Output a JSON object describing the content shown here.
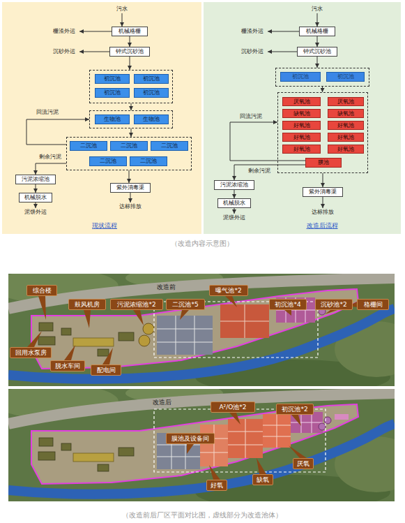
{
  "diagram": {
    "caption": "（改造前后厂区平面对比图，虚线部分为改造池体）",
    "nodes": [
      {
        "text": [
          "现状流程"
        ]
      },
      {
        "text": [
          "污水"
        ],
        "in": 0
      },
      {
        "text": [
          "机械格栅"
        ],
        "in": 0
      },
      {
        "text": [
          "栅渣外运"
        ],
        "in": 0
      },
      {
        "text": [
          "钟式沉砂池"
        ],
        "in": 0
      },
      {
        "text": [
          "沉砂外运"
        ],
        "in": 0
      },
      {
        "text": [],
        "in": 0
      },
      {
        "text": [
          "初沉池"
        ],
        "in": 6
      },
      {
        "text": [
          "初沉池"
        ],
        "in": 6
      },
      {
        "text": [
          "初沉池"
        ],
        "in": 6
      },
      {
        "text": [
          "初沉池"
        ],
        "in": 6
      },
      {
        "text": [],
        "in": 0
      },
      {
        "text": [
          "生物池"
        ],
        "in": 11
      },
      {
        "text": [
          "生物池"
        ],
        "in": 11
      },
      {
        "text": [],
        "in": 0
      },
      {
        "text": [
          "二沉池"
        ],
        "in": 14
      },
      {
        "text": [
          "二沉池"
        ],
        "in": 14
      },
      {
        "text": [
          "二沉池"
        ],
        "in": 14
      },
      {
        "text": [
          "二沉池"
        ],
        "in": 14
      },
      {
        "text": [
          "二沉池"
        ],
        "in": 14
      },
      {
        "text": [
          "污泥浓缩池"
        ],
        "in": 0
      },
      {
        "text": [
          "机械脱水"
        ],
        "in": 0
      },
      {
        "text": [
          "泥饼外运"
        ],
        "in": 0
      },
      {
        "text": [
          "紫外消毒渠"
        ],
        "in": 0
      },
      {
        "text": [
          "达标排放"
        ],
        "in": 0
      },
      {
        "text": [
          "改造后流程"
        ]
      },
      {
        "text": [
          "污水"
        ],
        "in": 25
      },
      {
        "text": [
          "机械格栅"
        ],
        "in": 25
      },
      {
        "text": [
          "栅渣外运"
        ],
        "in": 25
      },
      {
        "text": [
          "钟式沉砂池"
        ],
        "in": 25
      },
      {
        "text": [
          "沉砂外运"
        ],
        "in": 25
      },
      {
        "text": [],
        "in": 25
      },
      {
        "text": [
          "初沉池"
        ],
        "in": 31
      },
      {
        "text": [
          "初沉池"
        ],
        "in": 31
      },
      {
        "text": [],
        "in": 25
      },
      {
        "text": [
          "厌氧池"
        ],
        "in": 34
      },
      {
        "text": [
          "厌氧池"
        ],
        "in": 34
      },
      {
        "text": [
          "缺氧池"
        ],
        "in": 34
      },
      {
        "text": [
          "缺氧池"
        ],
        "in": 34
      },
      {
        "text": [
          "好氧池"
        ],
        "in": 34
      },
      {
        "text": [
          "好氧池"
        ],
        "in": 34
      },
      {
        "text": [
          "好氧池"
        ],
        "in": 34
      },
      {
        "text": [
          "好氧池"
        ],
        "in": 34
      },
      {
        "text": [
          "好氧池"
        ],
        "in": 34
      },
      {
        "text": [
          "好氧池"
        ],
        "in": 34
      },
      {
        "text": [
          "膜池"
        ],
        "in": 34
      },
      {
        "text": [
          "污泥浓缩池"
        ],
        "in": 25
      },
      {
        "text": [
          "机械脱水"
        ],
        "in": 25
      },
      {
        "text": [
          "泥饼外运"
        ],
        "in": 25
      },
      {
        "text": [
          "紫外消毒渠"
        ],
        "in": 25
      },
      {
        "text": [
          "达标排放"
        ],
        "in": 25
      },
      {
        "text": [
          "综合楼"
        ]
      },
      {
        "text": [
          "鼓风机房"
        ]
      },
      {
        "text": [
          "污泥浓缩池*2"
        ]
      },
      {
        "text": [
          "二沉池*5"
        ]
      },
      {
        "text": [
          "曝气池*2"
        ]
      },
      {
        "text": [
          "初沉池*4"
        ]
      },
      {
        "text": [
          "沉砂池*2"
        ]
      },
      {
        "text": [
          "格栅间"
        ]
      },
      {
        "text": [
          "回用水泵房"
        ]
      },
      {
        "text": [
          "脱水车间"
        ]
      },
      {
        "text": [
          "配电间"
        ]
      },
      {
        "text": [
          "初沉池*2"
        ]
      },
      {
        "text": [
          "A²/O池*2"
        ]
      },
      {
        "text": [
          "膜池及设备间"
        ]
      },
      {
        "text": [
          "好氧"
        ]
      },
      {
        "text": [
          "缺氧"
        ]
      },
      {
        "text": [
          "厌氧"
        ]
      }
    ],
    "edges": [
      {
        "from": 1,
        "to": 2,
        "arrow": "to"
      },
      {
        "from": 2,
        "to": 3,
        "arrow": "to"
      },
      {
        "from": 2,
        "to": 4,
        "arrow": "to"
      },
      {
        "from": 4,
        "to": 5,
        "arrow": "to"
      },
      {
        "from": 4,
        "to": 6,
        "arrow": "to"
      },
      {
        "from": 6,
        "to": 11,
        "arrow": "to"
      },
      {
        "from": 11,
        "to": 14,
        "arrow": "to"
      },
      {
        "from": 14,
        "to": 11,
        "label": "回流污泥",
        "arrow": "to"
      },
      {
        "from": 14,
        "to": 20,
        "label": "剩余污泥",
        "arrow": "to"
      },
      {
        "from": 14,
        "to": 23,
        "arrow": "to"
      },
      {
        "from": 20,
        "to": 21,
        "arrow": "to"
      },
      {
        "from": 21,
        "to": 22,
        "arrow": "to"
      },
      {
        "from": 23,
        "to": 24,
        "arrow": "to"
      },
      {
        "from": 26,
        "to": 27,
        "arrow": "to"
      },
      {
        "from": 27,
        "to": 28,
        "arrow": "to"
      },
      {
        "from": 27,
        "to": 29,
        "arrow": "to"
      },
      {
        "from": 29,
        "to": 30,
        "arrow": "to"
      },
      {
        "from": 29,
        "to": 31,
        "arrow": "to"
      },
      {
        "from": 31,
        "to": 34,
        "arrow": "to"
      },
      {
        "from": 45,
        "to": 34,
        "label": "回流污泥",
        "arrow": "to"
      },
      {
        "from": 45,
        "to": 46,
        "label": "剩余污泥",
        "arrow": "to"
      },
      {
        "from": 34,
        "to": 49,
        "arrow": "to"
      },
      {
        "from": 46,
        "to": 47,
        "arrow": "to"
      },
      {
        "from": 47,
        "to": 48,
        "arrow": "to"
      },
      {
        "from": 49,
        "to": 50,
        "arrow": "to"
      }
    ],
    "labels": [
      "（改造内容示意图）",
      "改造前",
      "改造后"
    ]
  }
}
